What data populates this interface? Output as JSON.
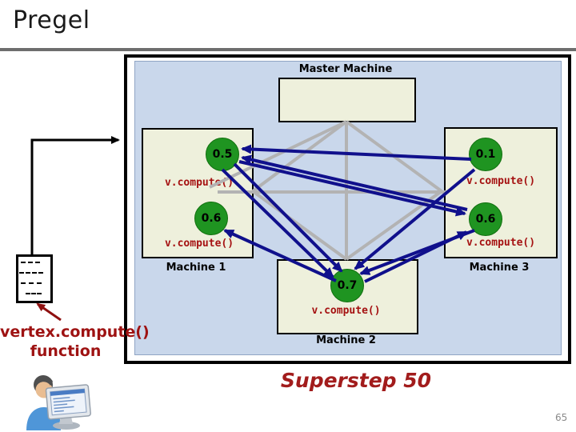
{
  "slide": {
    "title": "Pregel",
    "page_number": "65",
    "superstep_caption": "Superstep 50",
    "annotation_line1": "vertex.compute()",
    "annotation_line2": "function"
  },
  "diagram": {
    "master_label": "Master Machine",
    "compute_fn": "v.compute()",
    "machines": [
      {
        "label": "Machine 1",
        "vertex_values": [
          "0.5",
          "0.6"
        ]
      },
      {
        "label": "Machine 2",
        "vertex_values": [
          "0.7"
        ]
      },
      {
        "label": "Machine 3",
        "vertex_values": [
          "0.1",
          "0.6"
        ]
      }
    ]
  },
  "colors": {
    "panel_blue": "#c9d7eb",
    "box_beige": "#eef0dc",
    "vertex_green": "#1f9421",
    "message_navy": "#10108c",
    "channel_gray": "#b3b3b3",
    "compute_red": "#a51212",
    "annotation_maroon": "#9e1212",
    "divider_gray": "#6e6e6e"
  }
}
